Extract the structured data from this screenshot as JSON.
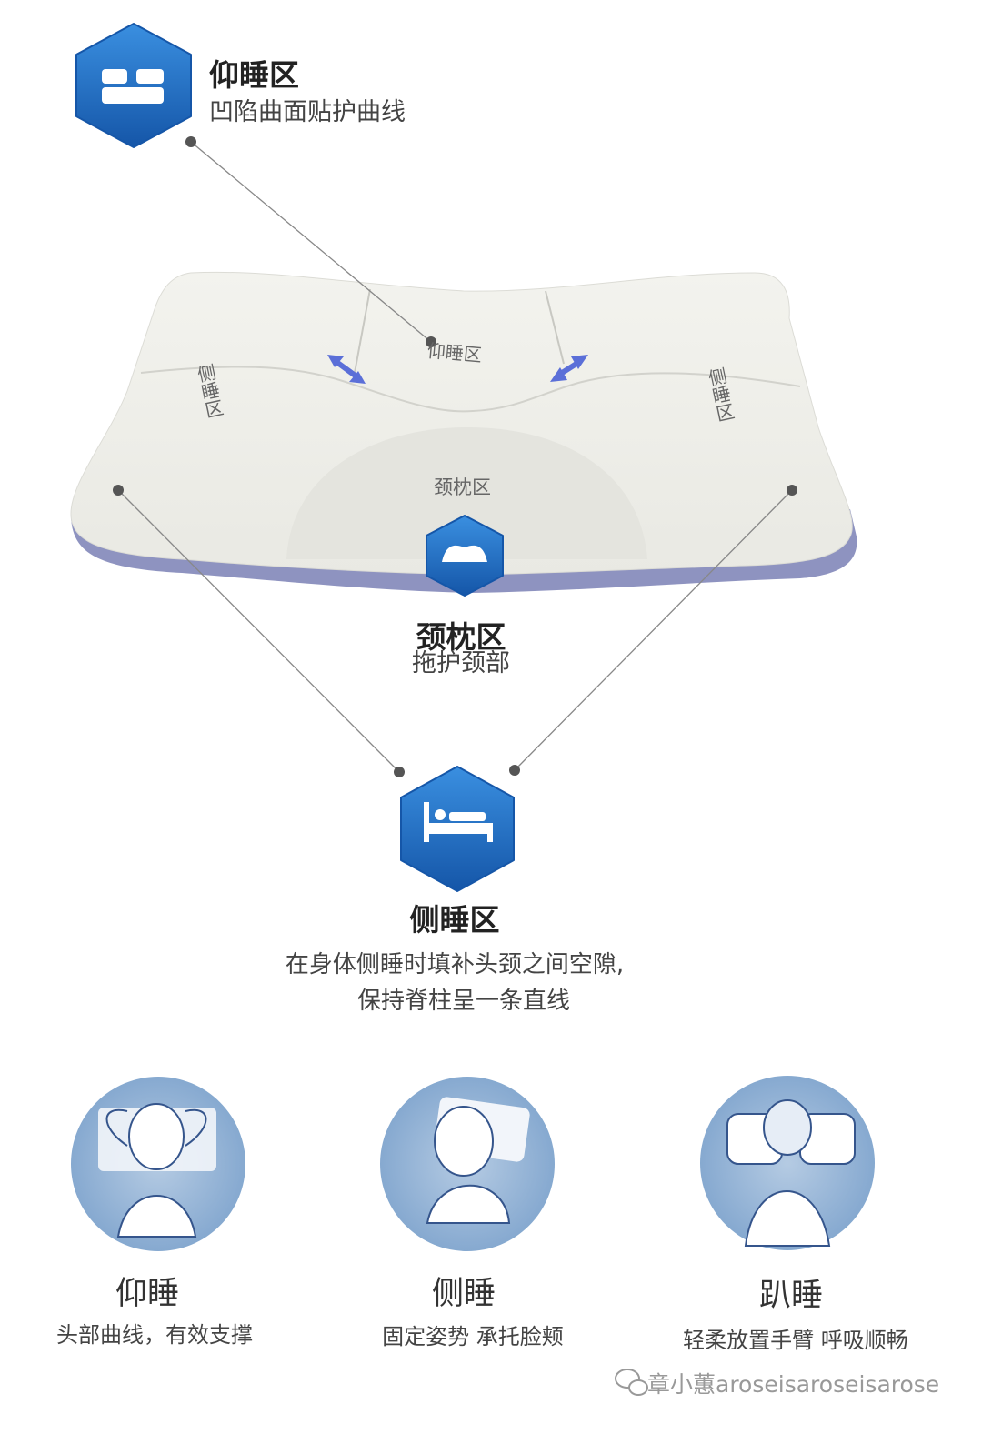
{
  "supine_callout": {
    "title": "仰睡区",
    "subtitle": "凹陷曲面贴护曲线"
  },
  "pillow_labels": {
    "center": "仰睡区",
    "left": "侧睡区",
    "right": "侧睡区",
    "neck": "颈枕区"
  },
  "neck_callout": {
    "title": "颈枕区",
    "subtitle": "拖护颈部"
  },
  "side_callout": {
    "title": "侧睡区",
    "line1": "在身体侧睡时填补头颈之间空隙,",
    "line2": "保持脊柱呈一条直线"
  },
  "positions": [
    {
      "title": "仰睡",
      "subtitle": "头部曲线，有效支撑"
    },
    {
      "title": "侧睡",
      "subtitle": "固定姿势 承托脸颊"
    },
    {
      "title": "趴睡",
      "subtitle": "轻柔放置手臂 呼吸顺畅"
    }
  ],
  "watermark": "章小蕙aroseisaroseisarose",
  "colors": {
    "hex_blue": "#1f6fc4",
    "arrow_blue": "#5b6fd8",
    "pillow_edge": "#8e93c0",
    "circle_blue": "#8fb0d4"
  }
}
